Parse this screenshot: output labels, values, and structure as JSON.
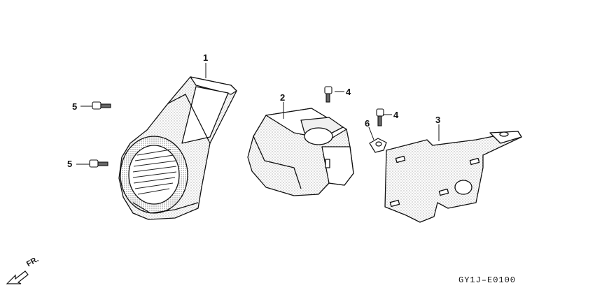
{
  "diagram": {
    "callouts": [
      {
        "id": "c1",
        "label": "1"
      },
      {
        "id": "c2",
        "label": "2"
      },
      {
        "id": "c3",
        "label": "3"
      },
      {
        "id": "c4a",
        "label": "4"
      },
      {
        "id": "c4b",
        "label": "4"
      },
      {
        "id": "c5a",
        "label": "5"
      },
      {
        "id": "c5b",
        "label": "5"
      },
      {
        "id": "c6",
        "label": "6"
      }
    ],
    "front_marker": "FR.",
    "figure_code": "GY1J–E0100"
  }
}
